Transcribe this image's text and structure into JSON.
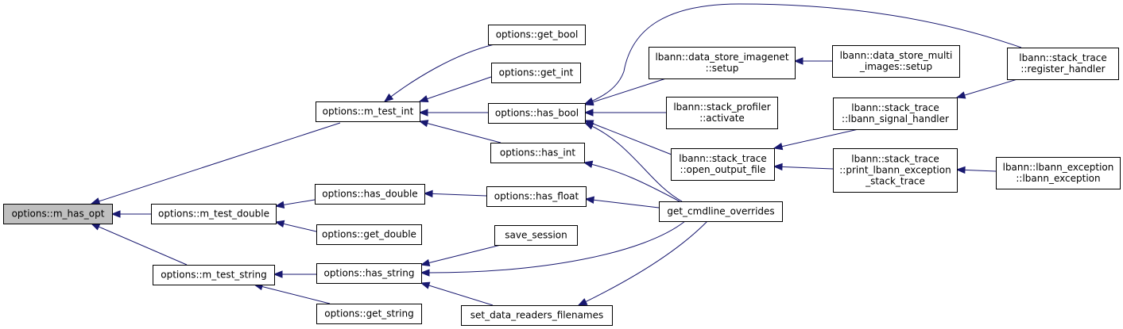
{
  "graph": {
    "edge_color": "#191970",
    "highlight_fill": "#bfbfbf",
    "nodes": [
      {
        "id": "m_has_opt",
        "lines": [
          "options::m_has_opt"
        ],
        "highlight": true
      },
      {
        "id": "m_test_int",
        "lines": [
          "options::m_test_int"
        ]
      },
      {
        "id": "m_test_double",
        "lines": [
          "options::m_test_double"
        ]
      },
      {
        "id": "m_test_string",
        "lines": [
          "options::m_test_string"
        ]
      },
      {
        "id": "get_bool",
        "lines": [
          "options::get_bool"
        ]
      },
      {
        "id": "get_int",
        "lines": [
          "options::get_int"
        ]
      },
      {
        "id": "has_bool",
        "lines": [
          "options::has_bool"
        ]
      },
      {
        "id": "has_int",
        "lines": [
          "options::has_int"
        ]
      },
      {
        "id": "has_double",
        "lines": [
          "options::has_double"
        ]
      },
      {
        "id": "get_double",
        "lines": [
          "options::get_double"
        ]
      },
      {
        "id": "has_float",
        "lines": [
          "options::has_float"
        ]
      },
      {
        "id": "save_session",
        "lines": [
          "save_session"
        ]
      },
      {
        "id": "has_string",
        "lines": [
          "options::has_string"
        ]
      },
      {
        "id": "get_string",
        "lines": [
          "options::get_string"
        ]
      },
      {
        "id": "set_data_readers",
        "lines": [
          "set_data_readers_filenames"
        ]
      },
      {
        "id": "ds_imagenet_setup",
        "lines": [
          "lbann::data_store_imagenet",
          "::setup"
        ]
      },
      {
        "id": "stack_profiler_activate",
        "lines": [
          "lbann::stack_profiler",
          "::activate"
        ]
      },
      {
        "id": "open_output_file",
        "lines": [
          "lbann::stack_trace",
          "::open_output_file"
        ]
      },
      {
        "id": "get_cmdline_overrides",
        "lines": [
          "get_cmdline_overrides"
        ]
      },
      {
        "id": "ds_multi_images_setup",
        "lines": [
          "lbann::data_store_multi",
          "_images::setup"
        ]
      },
      {
        "id": "lbann_signal_handler",
        "lines": [
          "lbann::stack_trace",
          "::lbann_signal_handler"
        ]
      },
      {
        "id": "print_lbann_exception",
        "lines": [
          "lbann::stack_trace",
          "::print_lbann_exception",
          "_stack_trace"
        ]
      },
      {
        "id": "register_handler",
        "lines": [
          "lbann::stack_trace",
          "::register_handler"
        ]
      },
      {
        "id": "lbann_exception",
        "lines": [
          "lbann::lbann_exception",
          "::lbann_exception"
        ]
      }
    ],
    "edges": [
      {
        "from": "m_test_int",
        "to": "m_has_opt"
      },
      {
        "from": "m_test_double",
        "to": "m_has_opt"
      },
      {
        "from": "m_test_string",
        "to": "m_has_opt"
      },
      {
        "from": "get_bool",
        "to": "m_test_int"
      },
      {
        "from": "get_int",
        "to": "m_test_int"
      },
      {
        "from": "has_bool",
        "to": "m_test_int"
      },
      {
        "from": "has_int",
        "to": "m_test_int"
      },
      {
        "from": "has_double",
        "to": "m_test_double"
      },
      {
        "from": "get_double",
        "to": "m_test_double"
      },
      {
        "from": "has_string",
        "to": "m_test_string"
      },
      {
        "from": "get_string",
        "to": "m_test_string"
      },
      {
        "from": "ds_imagenet_setup",
        "to": "has_bool"
      },
      {
        "from": "stack_profiler_activate",
        "to": "has_bool"
      },
      {
        "from": "open_output_file",
        "to": "has_bool"
      },
      {
        "from": "get_cmdline_overrides",
        "to": "has_bool"
      },
      {
        "from": "register_handler",
        "to": "has_bool"
      },
      {
        "from": "get_cmdline_overrides",
        "to": "has_int"
      },
      {
        "from": "has_float",
        "to": "has_double"
      },
      {
        "from": "get_cmdline_overrides",
        "to": "has_float"
      },
      {
        "from": "save_session",
        "to": "has_string"
      },
      {
        "from": "get_cmdline_overrides",
        "to": "has_string"
      },
      {
        "from": "set_data_readers",
        "to": "has_string"
      },
      {
        "from": "get_cmdline_overrides",
        "to": "set_data_readers"
      },
      {
        "from": "ds_multi_images_setup",
        "to": "ds_imagenet_setup"
      },
      {
        "from": "lbann_signal_handler",
        "to": "open_output_file"
      },
      {
        "from": "print_lbann_exception",
        "to": "open_output_file"
      },
      {
        "from": "register_handler",
        "to": "lbann_signal_handler"
      },
      {
        "from": "lbann_exception",
        "to": "print_lbann_exception"
      }
    ]
  }
}
